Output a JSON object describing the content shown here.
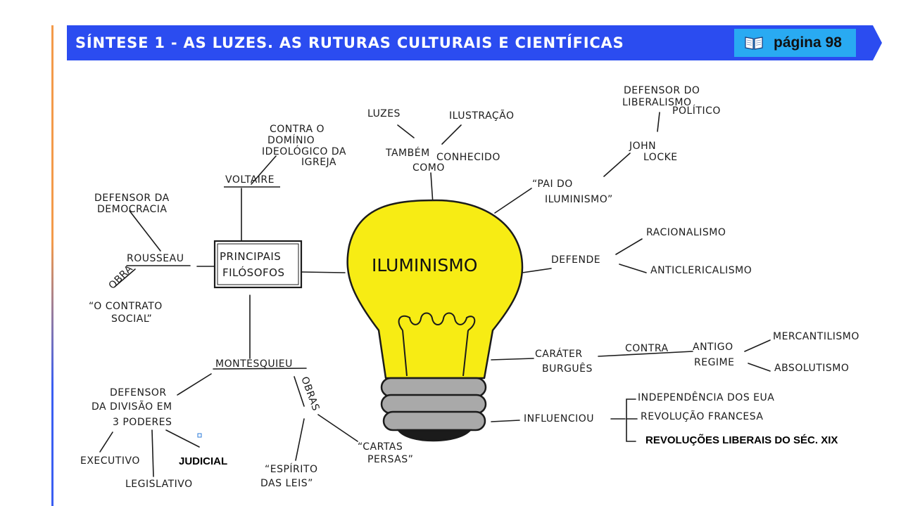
{
  "header": {
    "title": "SÍNTESE 1 - AS LUZES. AS RUTURAS CULTURAIS E CIENTÍFICAS",
    "page_label": "página 98",
    "page_icon": "open-book-icon",
    "banner_color": "#2b4cf0",
    "badge_color": "#29aaf2"
  },
  "center": {
    "title": "ILUMINISMO",
    "bulb_color": "#f7ec14",
    "base_color": "#a9a9a9"
  },
  "top_branch": {
    "connector": "TAMBÉM CONHECIDO COMO",
    "connector_part1": "TAMBÉM",
    "connector_part2": "CONHECIDO",
    "connector_part3": "COMO",
    "terms": [
      "LUZES",
      "ILUSTRAÇÃO"
    ]
  },
  "locke_branch": {
    "title_line1": "“PAI DO",
    "title_line2": "ILUMINISMO”",
    "name_line1": "JOHN",
    "name_line2": "LOCKE",
    "description_lines": [
      "DEFENSOR DO",
      "LIBERALISMO",
      "POLÍTICO"
    ]
  },
  "defends_branch": {
    "label": "DEFENDE",
    "items": [
      "RACIONALISMO",
      "ANTICLERICALISMO"
    ]
  },
  "bourgeois_branch": {
    "label_line1": "CARÁTER",
    "label_line2": "BURGUÊS",
    "against": "CONTRA",
    "regime_line1": "ANTIGO",
    "regime_line2": "REGIME",
    "items": [
      "MERCANTILISMO",
      "ABSOLUTISMO"
    ]
  },
  "influence_branch": {
    "label": "INFLUENCIOU",
    "items": [
      "INDEPENDÊNCIA DOS EUA",
      "REVOLUÇÃO FRANCESA"
    ],
    "typed_item": "REVOLUÇÕES LIBERAIS DO SÉC. XIX"
  },
  "philosophers": {
    "box_line1": "PRINCIPAIS",
    "box_line2": "FILÓSOFOS",
    "voltaire": {
      "name": "VOLTAIRE",
      "description_lines": [
        "CONTRA O",
        "DOMÍNIO",
        "IDEOLÓGICO DA",
        "IGREJA"
      ]
    },
    "rousseau": {
      "name": "ROUSSEAU",
      "description_lines": [
        "DEFENSOR DA",
        "DEMOCRACIA"
      ],
      "work_label": "OBRA",
      "work_line1": "“O CONTRATO",
      "work_line2": "SOCIAL”"
    },
    "montesquieu": {
      "name": "MONTESQUIEU",
      "description_lines": [
        "DEFENSOR",
        "DA DIVISÃO EM",
        "3 PODERES"
      ],
      "powers": [
        "EXECUTIVO",
        "LEGISLATIVO"
      ],
      "typed_power": "JUDICIAL",
      "works_label": "OBRAS",
      "work1_line1": "“ESPÍRITO",
      "work1_line2": "DAS LEIS”",
      "work2_line1": "“CARTAS",
      "work2_line2": "PERSAS”"
    }
  }
}
